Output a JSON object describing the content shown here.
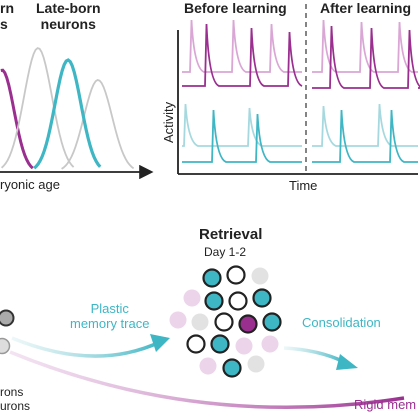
{
  "top_left": {
    "early_label_line1": "rn",
    "early_label_line2": "s",
    "late_label_line1": "Late-born",
    "late_label_line2": "neurons",
    "x_axis_label": "ryonic age"
  },
  "top_right": {
    "before_label": "Before learning",
    "after_label": "After learning",
    "y_axis_label": "Activity",
    "x_axis_label": "Time"
  },
  "bottom": {
    "retrieval_title": "Retrieval",
    "retrieval_subtitle": "Day 1-2",
    "plastic_label_line1": "Plastic",
    "plastic_label_line2": "memory trace",
    "consolidation_label": "Consolidation",
    "left_label_line1": "rons",
    "left_label_line2": "urons",
    "rigid_label": "Rigid mem"
  },
  "colors": {
    "teal": "#3fb6c4",
    "teal_light": "#a6d9df",
    "magenta": "#9a2f8f",
    "magenta_light": "#d9a6d5",
    "gray": "#c8c8c8"
  }
}
